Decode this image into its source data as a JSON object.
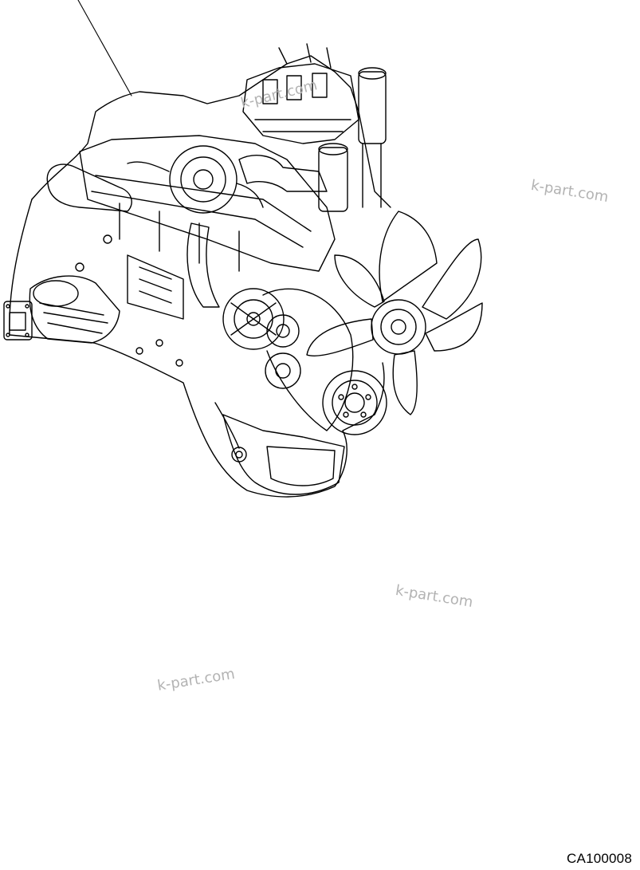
{
  "watermarks": [
    "k-part.com",
    "k-part.com",
    "k-part.com",
    "k-part.com"
  ],
  "drawing_code": "CA100008",
  "colors": {
    "line": "#000000",
    "watermark": "#b3b3b3",
    "background": "#ffffff"
  }
}
